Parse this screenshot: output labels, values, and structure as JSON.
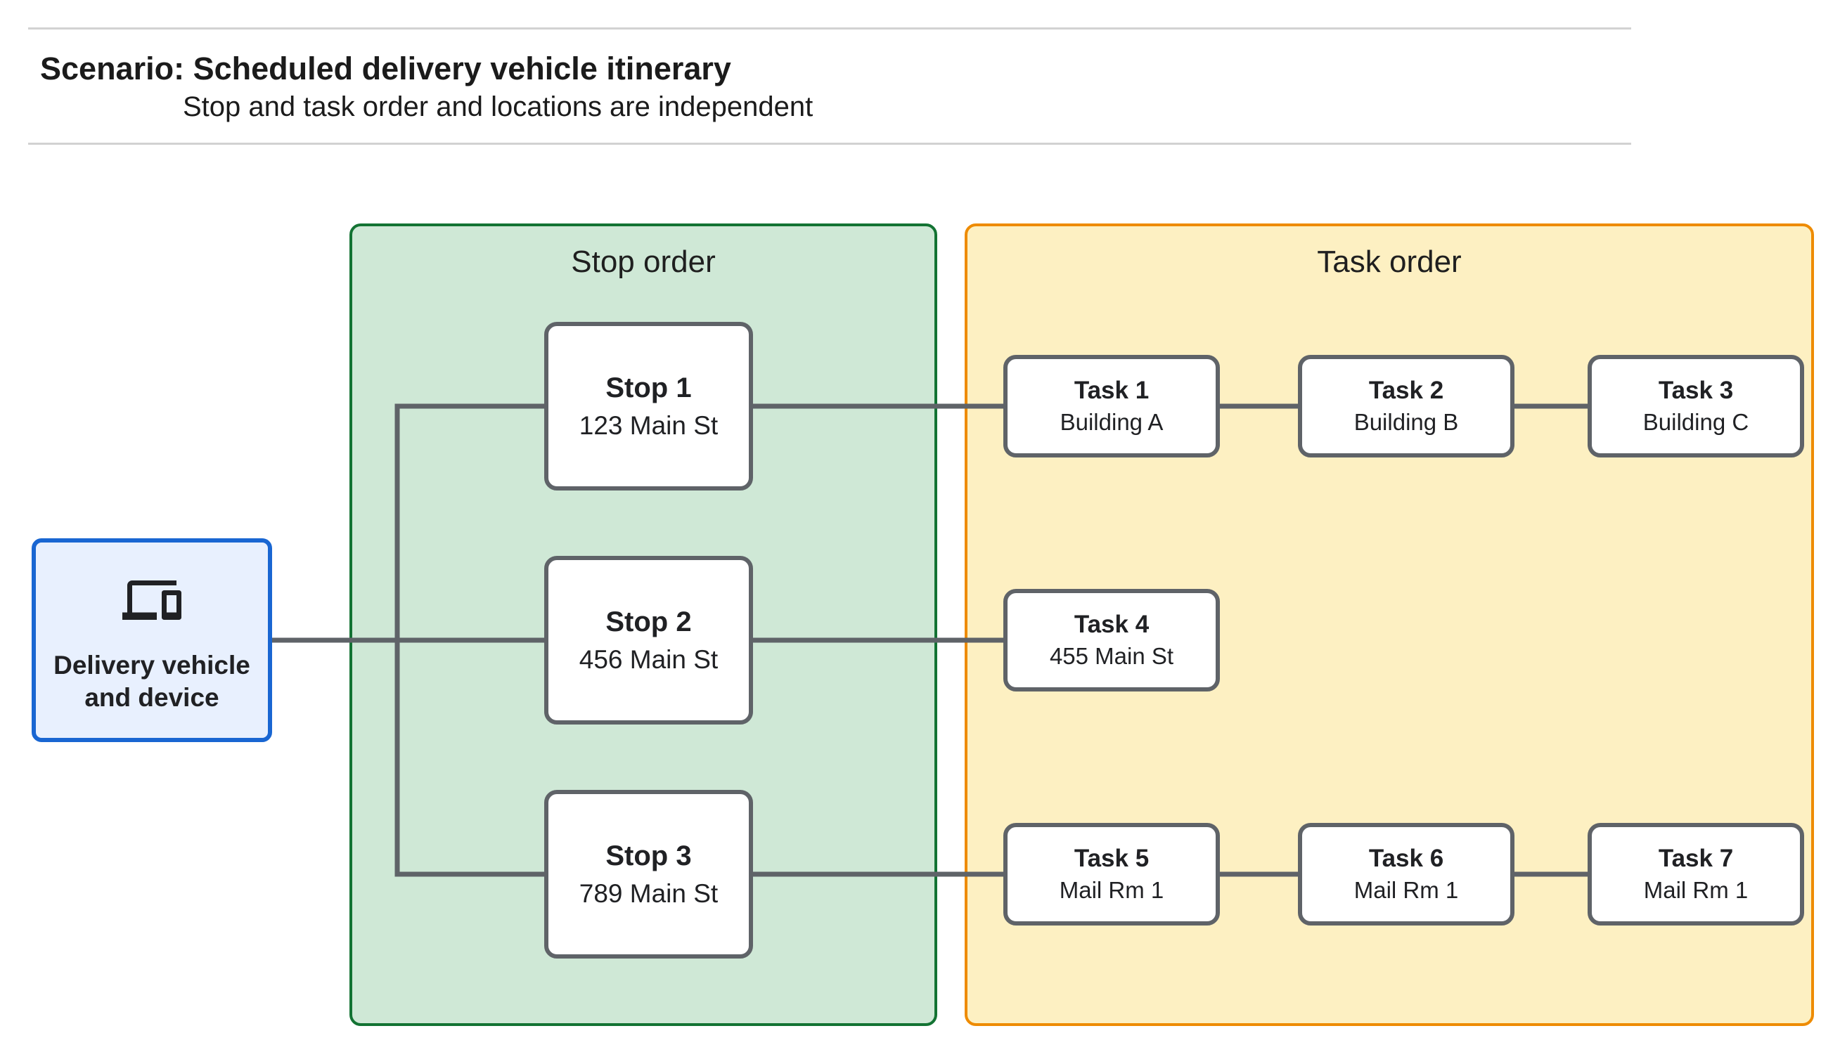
{
  "header": {
    "title": "Scenario: Scheduled delivery vehicle itinerary",
    "subtitle": "Stop and task order and locations are independent"
  },
  "panels": {
    "stop": {
      "title": "Stop order",
      "fill": "#cfe8d6",
      "border": "#137333"
    },
    "task": {
      "title": "Task order",
      "fill": "#fdf0c2",
      "border": "#ee8b00"
    }
  },
  "vehicle": {
    "icon": "devices-icon",
    "label_lines": [
      "Delivery vehicle",
      "and device"
    ],
    "fill": "#e8f0fe",
    "border": "#1966d2"
  },
  "stops": [
    {
      "title": "Stop 1",
      "subtitle": "123 Main St"
    },
    {
      "title": "Stop 2",
      "subtitle": "456 Main St"
    },
    {
      "title": "Stop 3",
      "subtitle": "789 Main St"
    }
  ],
  "tasks": [
    {
      "title": "Task 1",
      "subtitle": "Building A"
    },
    {
      "title": "Task 2",
      "subtitle": "Building B"
    },
    {
      "title": "Task 3",
      "subtitle": "Building C"
    },
    {
      "title": "Task 4",
      "subtitle": "455 Main St"
    },
    {
      "title": "Task 5",
      "subtitle": "Mail Rm 1"
    },
    {
      "title": "Task 6",
      "subtitle": "Mail Rm 1"
    },
    {
      "title": "Task 7",
      "subtitle": "Mail Rm 1"
    }
  ],
  "colors": {
    "node_border": "#5f6368",
    "connector": "#5f6368",
    "text": "#202124"
  }
}
